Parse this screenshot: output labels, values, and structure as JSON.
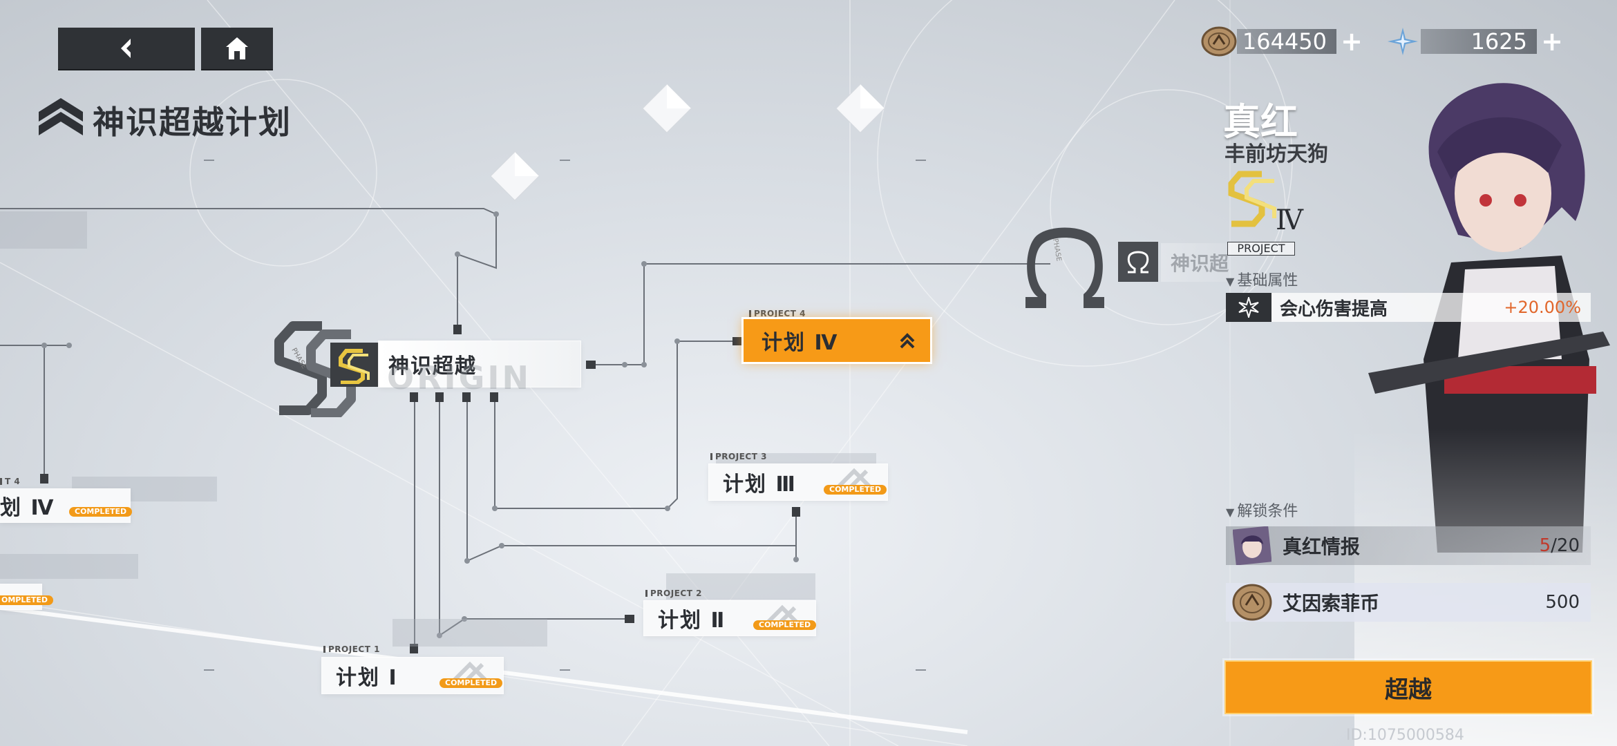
{
  "nav": {
    "back_icon": "back-arrow-icon",
    "home_icon": "home-icon"
  },
  "page": {
    "title": "神识超越计划"
  },
  "currency": [
    {
      "icon": "coin-icon",
      "value": "164450"
    },
    {
      "icon": "crystal-icon",
      "value": "1625"
    }
  ],
  "tree": {
    "center": {
      "label": "神识超越",
      "watermark": "ORIGIN",
      "phase": "PHASE"
    },
    "omega": {
      "label": "神识超",
      "phase": "PHASE"
    },
    "projects": [
      {
        "tag": "PROJECT 1",
        "label": "计划 Ⅰ",
        "status": "COMPLETED"
      },
      {
        "tag": "PROJECT 2",
        "label": "计划 Ⅱ",
        "status": "COMPLETED"
      },
      {
        "tag": "PROJECT 3",
        "label": "计划 Ⅲ",
        "status": "COMPLETED"
      },
      {
        "tag": "PROJECT 4",
        "label": "计划 Ⅳ",
        "status": ""
      }
    ],
    "left_partial": {
      "tag": "T 4",
      "label": "划 Ⅳ",
      "status": "COMPLETED",
      "status2": "OMPLETED"
    }
  },
  "character": {
    "name": "真红",
    "title": "丰前坊天狗",
    "badge_text": "PROJECT",
    "badge_numeral": "Ⅳ",
    "base_attr_title": "基础属性",
    "attr": {
      "icon": "crit-burst-icon",
      "label": "会心伤害提高",
      "value": "+20.00%"
    },
    "unlock_title": "解锁条件",
    "requirements": [
      {
        "icon": "character-portrait-icon",
        "label": "真红情报",
        "have": "5",
        "need": "/20"
      },
      {
        "icon": "coin-icon",
        "label": "艾因索菲币",
        "amount": "500"
      }
    ],
    "action_label": "超越"
  },
  "footer": {
    "uid": "ID:1075000584"
  },
  "colors": {
    "accent": "#f79a17",
    "dark": "#2f3236",
    "req_red": "#c0392b"
  }
}
